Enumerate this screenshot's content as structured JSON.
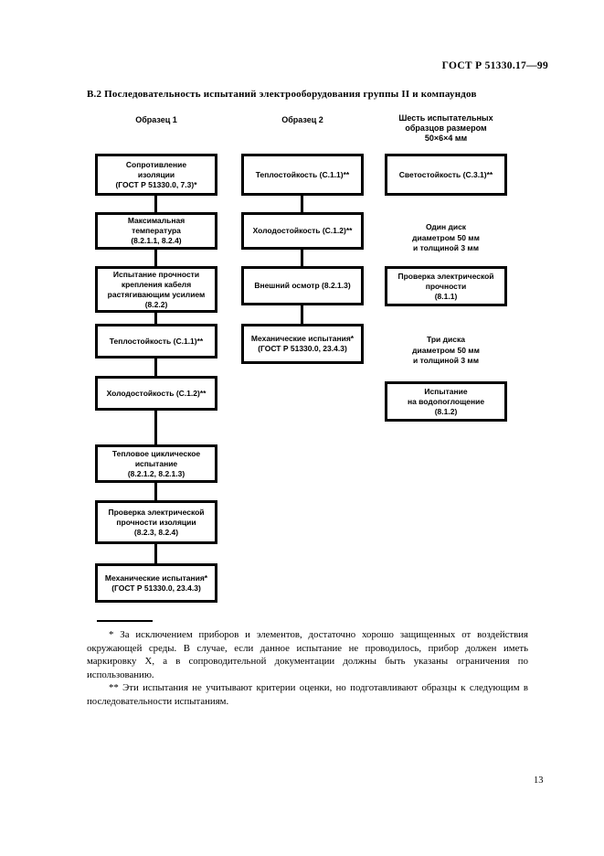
{
  "doc": {
    "header": "ГОСТ Р 51330.17—99",
    "title": "В.2 Последовательность испытаний электрооборудования группы II и компаундов",
    "page_number": "13"
  },
  "flowchart": {
    "col1": {
      "header": "Образец 1",
      "boxes": [
        "Сопротивление\nизоляции\n(ГОСТ Р 51330.0, 7.3)*",
        "Максимальная\nтемпература\n(8.2.1.1, 8.2.4)",
        "Испытание прочности\nкрепления кабеля\nрастягивающим усилием\n(8.2.2)",
        "Теплостойкость (С.1.1)**",
        "Холодостойкость (С.1.2)**",
        "Тепловое циклическое\nиспытание\n(8.2.1.2, 8.2.1.3)",
        "Проверка электрической\nпрочности изоляции\n(8.2.3, 8.2.4)",
        "Механические испытания*\n(ГОСТ Р 51330.0, 23.4.3)"
      ]
    },
    "col2": {
      "header": "Образец 2",
      "boxes": [
        "Теплостойкость (С.1.1)**",
        "Холодостойкость (С.1.2)**",
        "Внешний осмотр (8.2.1.3)",
        "Механические испытания*\n(ГОСТ Р 51330.0, 23.4.3)"
      ]
    },
    "col3": {
      "header": "Шесть испытательных\nобразцов размером\n50×6×4 мм",
      "boxes": [
        "Светостойкость (С.3.1)**",
        "Проверка электрической\nпрочности\n(8.1.1)",
        "Испытание\nна водопоглощение\n(8.1.2)"
      ],
      "notes": [
        "Один диск\nдиаметром 50 мм\nи толщиной 3 мм",
        "Три диска\nдиаметром 50 мм\nи толщиной 3 мм"
      ]
    }
  },
  "footnotes": {
    "first": "* За исключением приборов и элементов, достаточно хорошо защищенных от воздействия окружающей среды. В случае, если данное испытание не проводилось, прибор должен иметь маркировку Х, а в сопроводительной документации должны быть указаны ограничения по использованию.",
    "second": "** Эти испытания не учитывают критерии оценки, но подготавливают образцы к следующим в последовательности испытаниям."
  }
}
